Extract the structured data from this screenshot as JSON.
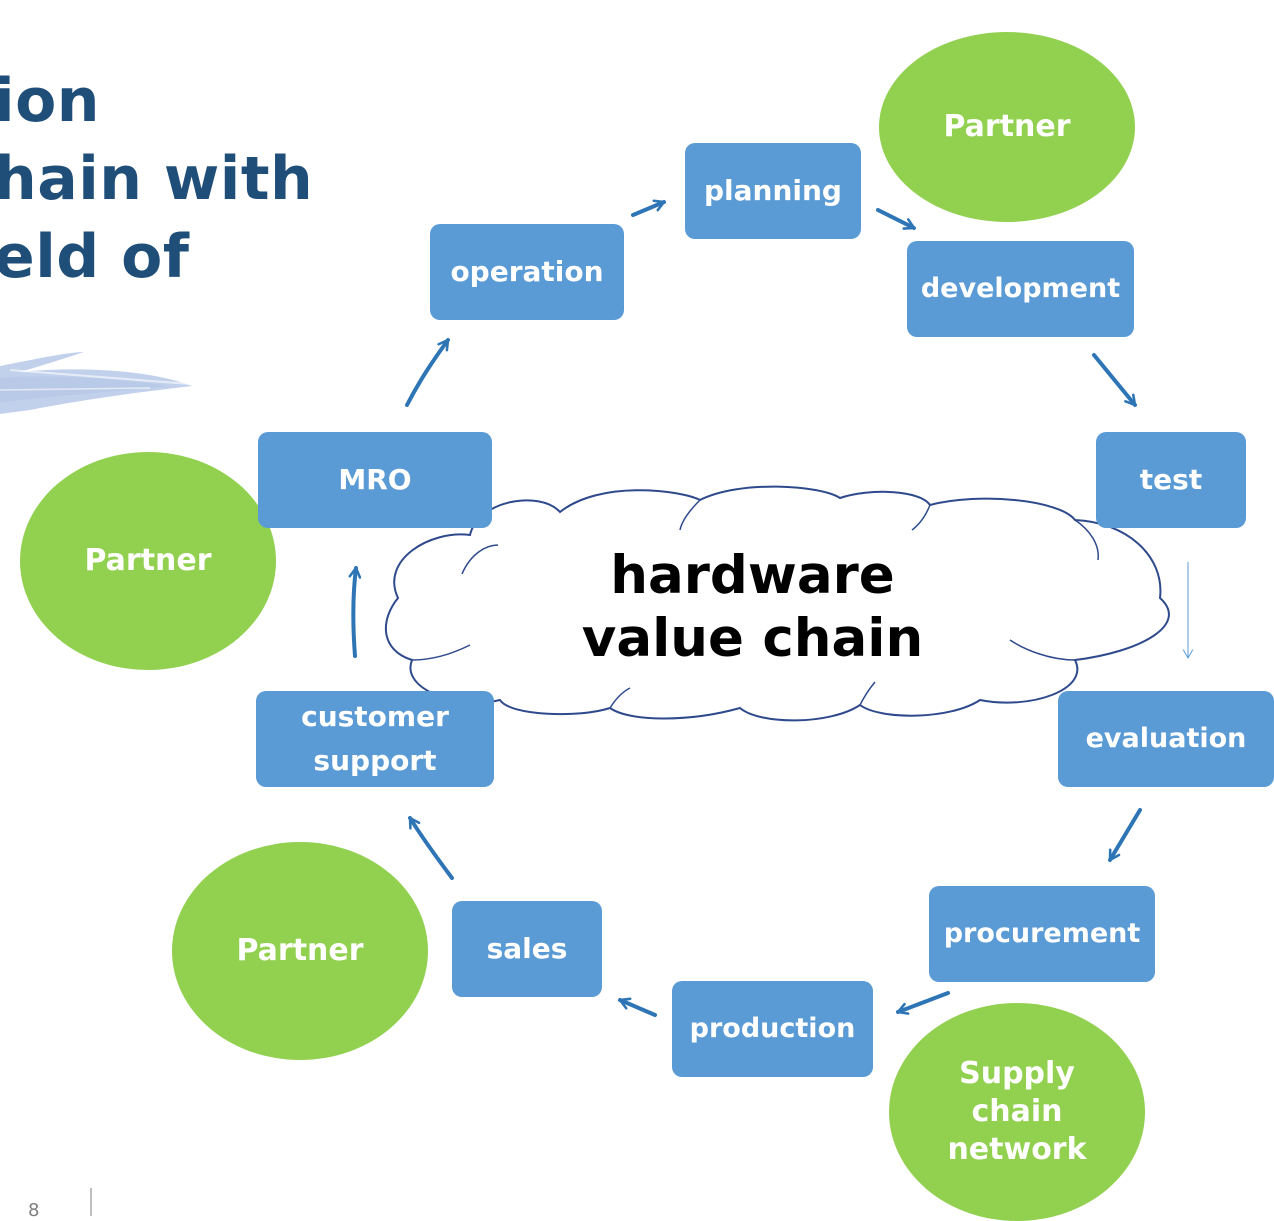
{
  "title_lines": [
    "ion",
    "hain with",
    "eld of"
  ],
  "center_label_lines": [
    "hardware",
    "value chain"
  ],
  "stages": {
    "planning": "planning",
    "development": "development",
    "test": "test",
    "evaluation": "evaluation",
    "procurement": "procurement",
    "production": "production",
    "sales": "sales",
    "customer_support_lines": [
      "customer",
      "support"
    ],
    "mro": "MRO",
    "operation": "operation"
  },
  "partners": {
    "top_right": "Partner",
    "left": "Partner",
    "bottom_left": "Partner",
    "supply_chain_lines": [
      "Supply",
      "chain",
      "network"
    ]
  },
  "footer": {
    "page_number": "8"
  },
  "colors": {
    "box": "#5b9bd5",
    "circle": "#92d050",
    "title": "#1f4e79",
    "arrow": "#2e75b6"
  }
}
